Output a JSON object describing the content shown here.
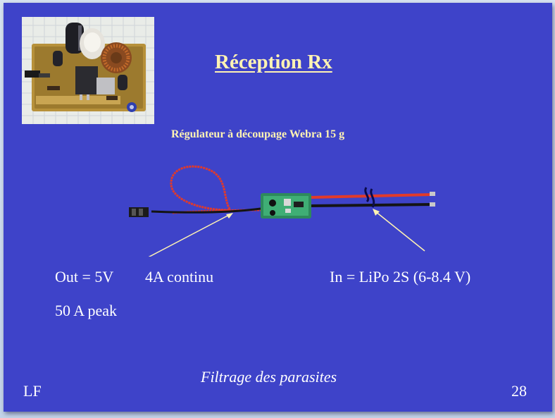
{
  "slide": {
    "title": "Réception Rx",
    "subtitle": "Régulateur à découpage Webra 15 g",
    "output_label": "Out = 5V",
    "continuous_label": "4A continu",
    "input_label": "In = LiPo 2S (6-8.4 V)",
    "peak_label": "50 A peak",
    "footer_text": "Filtrage des parasites",
    "author": "LF",
    "page_number": "28"
  },
  "colors": {
    "slide_background": "#3e43c9",
    "title_color": "#fff3b3",
    "text_color": "#ffffff",
    "arrow_color": "#fff3b3"
  }
}
